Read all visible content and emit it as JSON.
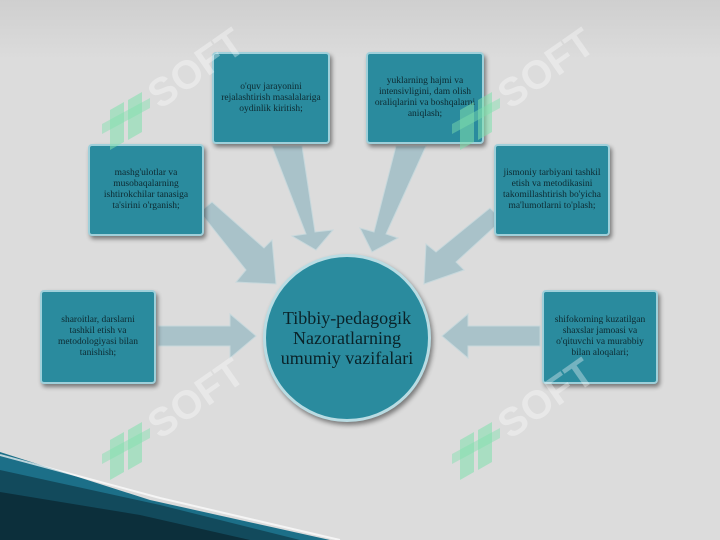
{
  "center": {
    "text": "Tibbiy-pedagogik Nazoratlarning umumiy vazifalari"
  },
  "boxes": [
    {
      "text": "o'quv jarayonini rejalashtirish masalalariga oydinlik kiritish;"
    },
    {
      "text": "yuklarning hajmi va intensivligini, dam olish oraliqlarini va boshqalarni aniqlash;"
    },
    {
      "text": "mashg'ulotlar va musobaqalarning ishtirokchilar tanasiga ta'sirini o'rganish;"
    },
    {
      "text": "jismoniy tarbiyani tashkil etish va metodikasini takomillashtirish bo'yicha ma'lumotlarni to'plash;"
    },
    {
      "text": "sharoitlar, darslarni tashkil etish va metodologiyasi bilan tanishish;"
    },
    {
      "text": "shifokorning kuzatilgan shaxslar jamoasi va o'qituvchi va murabbiy bilan aloqalari;"
    }
  ],
  "watermark": {
    "text": "SOFT"
  },
  "colors": {
    "box": "#2a8b9e",
    "arrow": "#a9c2c9",
    "background": "#dcdcdc"
  }
}
